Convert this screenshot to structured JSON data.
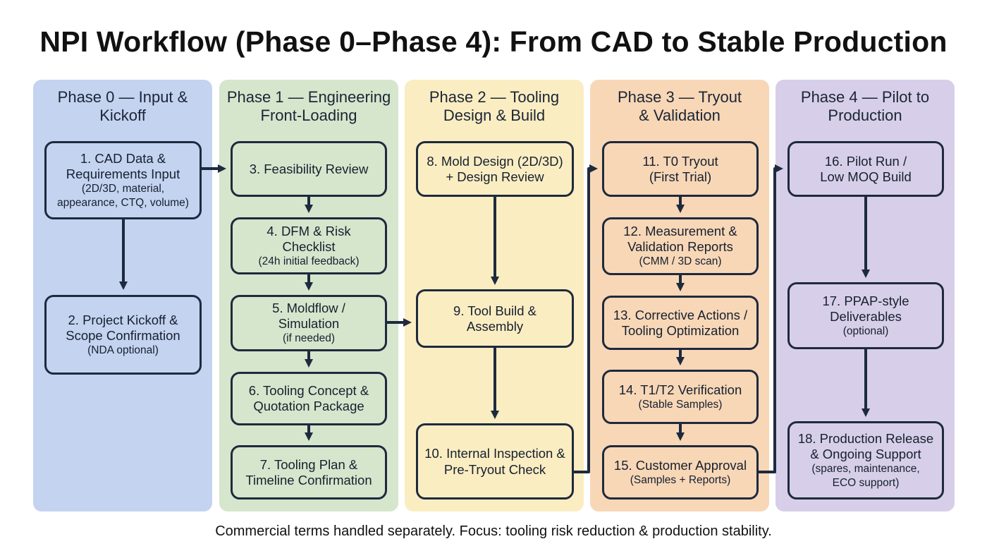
{
  "title": "NPI Workflow (Phase 0–Phase 4): From CAD to Stable Production",
  "footer": "Commercial terms handled separately. Focus: tooling risk reduction & production stability.",
  "colors": {
    "phase0": "#c4d3f0",
    "phase1": "#d6e6cd",
    "phase2": "#fbedc2",
    "phase3": "#f8d7b7",
    "phase4": "#d7cfe9",
    "node_border": "#1e2a3d",
    "arrow": "#1e2a3d"
  },
  "phases": [
    {
      "id": "phase0",
      "title": "Phase 0 — Input & Kickoff",
      "nodes": [
        {
          "id": "n1",
          "main": "1. CAD Data & Requirements Input",
          "sub": "(2D/3D, material, appearance, CTQ, volume)"
        },
        {
          "id": "n2",
          "main": "2. Project Kickoff & Scope Confirmation",
          "sub": "(NDA optional)"
        }
      ]
    },
    {
      "id": "phase1",
      "title": "Phase 1 — Engineering Front-Loading",
      "nodes": [
        {
          "id": "n3",
          "main": "3. Feasibility Review",
          "sub": ""
        },
        {
          "id": "n4",
          "main": "4. DFM & Risk Checklist",
          "sub": "(24h initial feedback)"
        },
        {
          "id": "n5",
          "main": "5. Moldflow / Simulation",
          "sub": "(if needed)"
        },
        {
          "id": "n6",
          "main": "6. Tooling Concept & Quotation Package",
          "sub": ""
        },
        {
          "id": "n7",
          "main": "7. Tooling Plan & Timeline Confirmation",
          "sub": ""
        }
      ]
    },
    {
      "id": "phase2",
      "title": "Phase 2 — Tooling Design & Build",
      "nodes": [
        {
          "id": "n8",
          "main": "8. Mold Design (2D/3D) + Design Review",
          "sub": ""
        },
        {
          "id": "n9",
          "main": "9. Tool Build & Assembly",
          "sub": ""
        },
        {
          "id": "n10",
          "main": "10. Internal Inspection & Pre-Tryout Check",
          "sub": ""
        }
      ]
    },
    {
      "id": "phase3",
      "title": "Phase 3 — Tryout & Validation",
      "nodes": [
        {
          "id": "n11",
          "main": "11. T0 Tryout (First Trial)",
          "sub": ""
        },
        {
          "id": "n12",
          "main": "12. Measurement & Validation Reports",
          "sub": "(CMM / 3D scan)"
        },
        {
          "id": "n13",
          "main": "13. Corrective Actions / Tooling Optimization",
          "sub": ""
        },
        {
          "id": "n14",
          "main": "14. T1/T2 Verification",
          "sub": "(Stable Samples)"
        },
        {
          "id": "n15",
          "main": "15. Customer Approval",
          "sub": "(Samples + Reports)"
        }
      ]
    },
    {
      "id": "phase4",
      "title": "Phase 4 — Pilot to Production",
      "nodes": [
        {
          "id": "n16",
          "main": "16. Pilot Run / Low MOQ Build",
          "sub": ""
        },
        {
          "id": "n17",
          "main": "17. PPAP-style Deliverables",
          "sub": "(optional)"
        },
        {
          "id": "n18",
          "main": "18. Production Release & Ongoing Support",
          "sub": "(spares, maintenance, ECO support)"
        }
      ]
    }
  ]
}
